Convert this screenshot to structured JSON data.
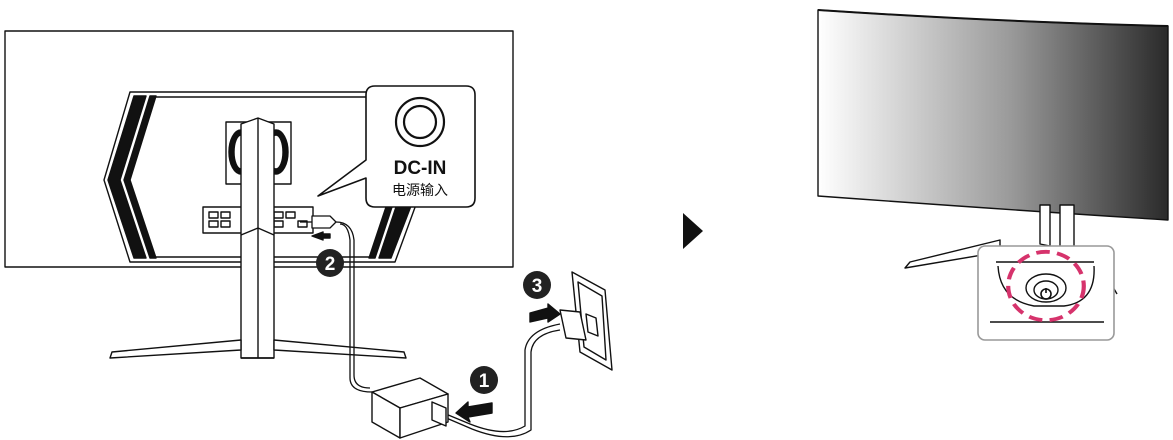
{
  "callout": {
    "connector_label": "DC-IN",
    "connector_label_cn": "电源输入"
  },
  "steps": {
    "first": "1",
    "second": "2",
    "third": "3"
  },
  "colors": {
    "line": "#111111",
    "highlight": "#d6336c",
    "step_badge": "#222222",
    "inset_border": "#999999"
  },
  "icons": {
    "next": "triangle-right-icon",
    "power": "power-icon",
    "port": "dc-in-port-icon"
  }
}
